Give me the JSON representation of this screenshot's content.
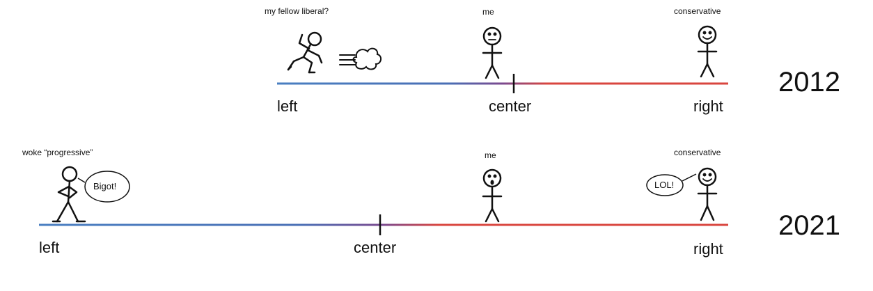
{
  "timeline_2012": {
    "year": "2012",
    "labels": {
      "liberal": "my fellow liberal?",
      "me": "me",
      "conservative": "conservative"
    },
    "axis": {
      "left": "left",
      "center": "center",
      "right": "right"
    }
  },
  "timeline_2021": {
    "year": "2021",
    "labels": {
      "progressive": "woke “progressive”",
      "me": "me",
      "conservative": "conservative"
    },
    "axis": {
      "left": "left",
      "center": "center",
      "right": "right"
    },
    "speech": {
      "progressive": "Bigot!",
      "conservative": "LOL!"
    }
  },
  "colors": {
    "left": "#4a7fc1",
    "middle": "#7b4a8f",
    "right": "#d9463f"
  }
}
